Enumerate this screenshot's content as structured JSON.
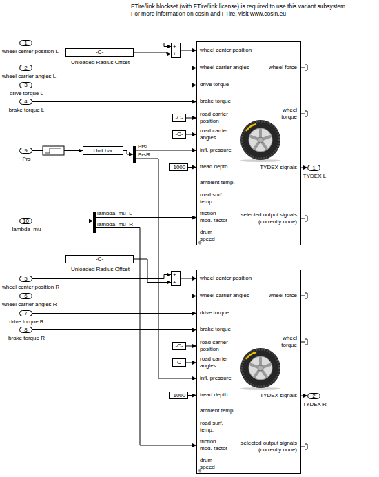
{
  "diagram": {
    "nodes": [
      {
        "text": [
          "1",
          "wheel center position L"
        ]
      },
      {
        "text": [
          "-C-",
          "Unloaded Radius Offset"
        ]
      },
      {
        "text": [
          "2",
          "wheel carrier angles L"
        ]
      },
      {
        "text": [
          "3",
          "drive torque L"
        ]
      },
      {
        "text": [
          "4",
          "brake torque L"
        ]
      },
      {
        "text": [
          "+",
          "+"
        ]
      },
      {
        "text": [
          "wheel center position",
          "wheel carrier angles",
          "drive torque",
          "brake torque",
          "road carrier position",
          "road carrier angles",
          "infl. pressure",
          "tread depth",
          "ambient temp.",
          "road surf. temp.",
          "friction mod. factor",
          "drum speed",
          "wheel force",
          "wheel torque",
          "TYDEX signals",
          "selected output signals (currently none)"
        ]
      },
      {
        "text": [
          "-C-"
        ]
      },
      {
        "text": [
          "-C-"
        ]
      },
      {
        "text": [
          "9",
          "Prs"
        ]
      },
      {
        "text": [
          "Unit bar"
        ]
      },
      {
        "text": [
          "PrsL",
          "PrsR"
        ]
      },
      {
        "text": [
          "-1000"
        ]
      },
      {
        "text": [
          "1",
          "TYDEX L"
        ]
      },
      {
        "text": [
          "10",
          "lambda_mu"
        ]
      },
      {
        "text": [
          "lambda_mu_L",
          "lambda_mu_R"
        ]
      },
      {
        "text": [
          "-C-",
          "Unloaded Radius Offset"
        ]
      },
      {
        "text": [
          "+",
          "+"
        ]
      },
      {
        "text": [
          "wheel center position",
          "wheel carrier angles",
          "drive torque",
          "brake torque",
          "road carrier position",
          "road carrier angles",
          "infl. pressure",
          "tread depth",
          "ambient temp.",
          "road surf. temp.",
          "friction mod. factor",
          "drum speed",
          "wheel force",
          "wheel torque",
          "TYDEX signals",
          "selected output signals (currently none)"
        ]
      },
      {
        "text": [
          "5",
          "wheel center position R"
        ]
      },
      {
        "text": [
          "6",
          "wheel carrier angles R"
        ]
      },
      {
        "text": [
          "7",
          "drive torque R"
        ]
      },
      {
        "text": [
          "8",
          "brake torque R"
        ]
      },
      {
        "text": [
          "-C-"
        ]
      },
      {
        "text": [
          "-C-"
        ]
      },
      {
        "text": [
          "-1000"
        ]
      },
      {
        "text": [
          "2",
          "TYDEX R"
        ]
      }
    ],
    "edges": [
      {
        "from": 0,
        "to": 5,
        "arrow": "to"
      },
      {
        "from": 1,
        "to": 5,
        "arrow": "to"
      },
      {
        "from": 5,
        "to": 6,
        "arrow": "to"
      },
      {
        "from": 2,
        "to": 6,
        "arrow": "to"
      },
      {
        "from": 3,
        "to": 6,
        "arrow": "to"
      },
      {
        "from": 4,
        "to": 6,
        "arrow": "to"
      },
      {
        "from": 7,
        "to": 6,
        "arrow": "to"
      },
      {
        "from": 8,
        "to": 6,
        "arrow": "to"
      },
      {
        "from": 9,
        "to": 10,
        "arrow": "to"
      },
      {
        "from": 10,
        "to": 11,
        "arrow": "to"
      },
      {
        "from": 11,
        "to": 6,
        "arrow": "to"
      },
      {
        "from": 11,
        "to": 18,
        "arrow": "to"
      },
      {
        "from": 12,
        "to": 6,
        "arrow": "to"
      },
      {
        "from": 6,
        "to": 13,
        "arrow": "to"
      },
      {
        "from": 14,
        "to": 15,
        "arrow": "to"
      },
      {
        "from": 15,
        "to": 6,
        "arrow": "to"
      },
      {
        "from": 15,
        "to": 18,
        "arrow": "to"
      },
      {
        "from": 16,
        "to": 17,
        "arrow": "to"
      },
      {
        "from": 17,
        "to": 18,
        "arrow": "to"
      },
      {
        "from": 19,
        "to": 17,
        "arrow": "to"
      },
      {
        "from": 20,
        "to": 18,
        "arrow": "to"
      },
      {
        "from": 21,
        "to": 18,
        "arrow": "to"
      },
      {
        "from": 22,
        "to": 18,
        "arrow": "to"
      },
      {
        "from": 23,
        "to": 18,
        "arrow": "to"
      },
      {
        "from": 24,
        "to": 18,
        "arrow": "to"
      },
      {
        "from": 25,
        "to": 18,
        "arrow": "to"
      },
      {
        "from": 18,
        "to": 26,
        "arrow": "to"
      }
    ],
    "labels": [
      "FTire/link blockset (with FTire/link license) is required to use this variant subsystem.",
      "For more information on cosin and FTire, visit www.cosin.eu"
    ]
  }
}
